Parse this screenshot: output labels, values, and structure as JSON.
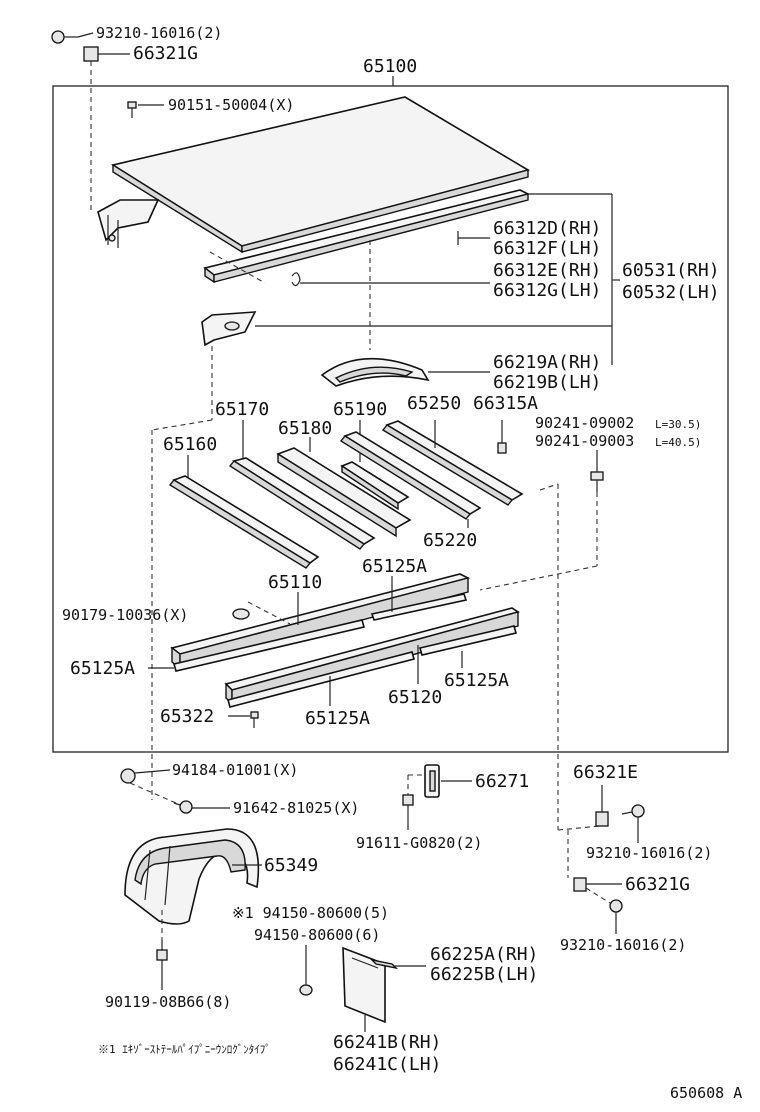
{
  "callouts": {
    "c_93210_top": "93210-16016(2)",
    "c_66321G_top": "66321G",
    "c_65100": "65100",
    "c_90151": "90151-50004(X)",
    "c_66312D": "66312D(RH)",
    "c_66312F": "66312F(LH)",
    "c_66312E": "66312E(RH)",
    "c_66312G": "66312G(LH)",
    "c_60531": "60531(RH)",
    "c_60532": "60532(LH)",
    "c_66219A": "66219A(RH)",
    "c_66219B": "66219B(LH)",
    "c_65170": "65170",
    "c_65190": "65190",
    "c_65250": "65250",
    "c_66315A": "66315A",
    "c_90241_09002": "90241-09002",
    "c_90241_09002_len": "L=30.5)",
    "c_90241_09003": "90241-09003",
    "c_90241_09003_len": "L=40.5)",
    "c_65160": "65160",
    "c_65180": "65180",
    "c_65220": "65220",
    "c_65110": "65110",
    "c_65125A_a": "65125A",
    "c_90179": "90179-10036(X)",
    "c_65125A_b": "65125A",
    "c_65125A_c": "65125A",
    "c_65120": "65120",
    "c_65322": "65322",
    "c_65125A_d": "65125A",
    "c_94184": "94184-01001(X)",
    "c_66271": "66271",
    "c_66321E": "66321E",
    "c_91642": "91642-81025(X)",
    "c_91611": "91611-G0820(2)",
    "c_93210_mid": "93210-16016(2)",
    "c_65349": "65349",
    "c_66321G_bot": "66321G",
    "c_94150_5": "※1 94150-80600(5)",
    "c_94150_6": "94150-80600(6)",
    "c_93210_bot": "93210-16016(2)",
    "c_66225A": "66225A(RH)",
    "c_66225B": "66225B(LH)",
    "c_90119": "90119-08B66(8)",
    "c_66241B": "66241B(RH)",
    "c_66241C": "66241C(LH)",
    "c_note": "※1 ｴｷｿﾞｰｽﾄﾃｰﾙﾊﾟｲﾌﾟﾆｰｳﾝﾛｸﾞﾝﾀｲﾌﾟ",
    "c_figure_id": "650608 A"
  }
}
